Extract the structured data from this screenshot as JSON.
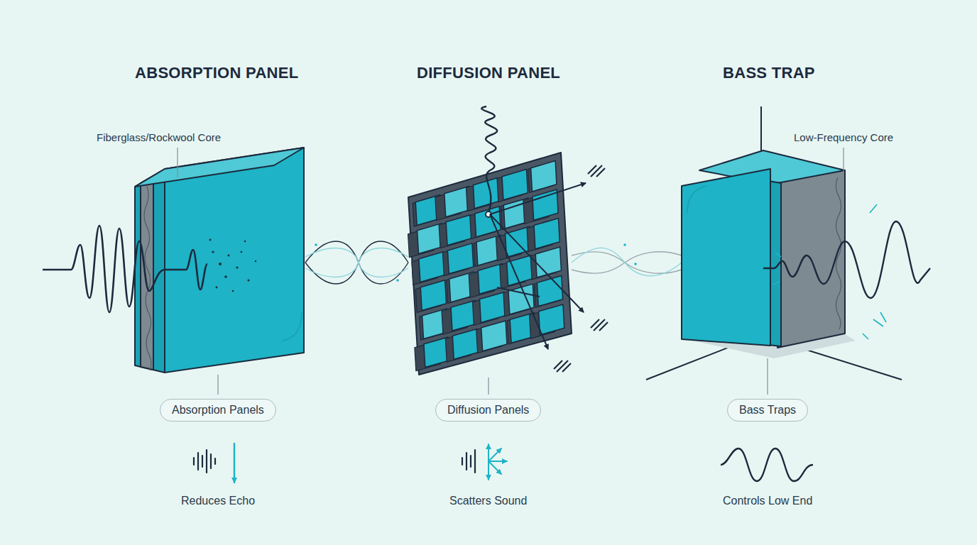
{
  "diagram": {
    "nodes": [
      {
        "text": [
          "Absorption Panels"
        ]
      },
      {
        "text": [
          "Diffusion Panels"
        ]
      },
      {
        "text": [
          "Bass Traps"
        ]
      }
    ],
    "labels": [
      "ABSORPTION PANEL",
      "DIFFUSION PANEL",
      "BASS TRAP",
      "Fiberglass/Rockwool Core",
      "Low-Frequency Core",
      "Reduces Echo",
      "Scatters Sound",
      "Controls Low End"
    ]
  }
}
